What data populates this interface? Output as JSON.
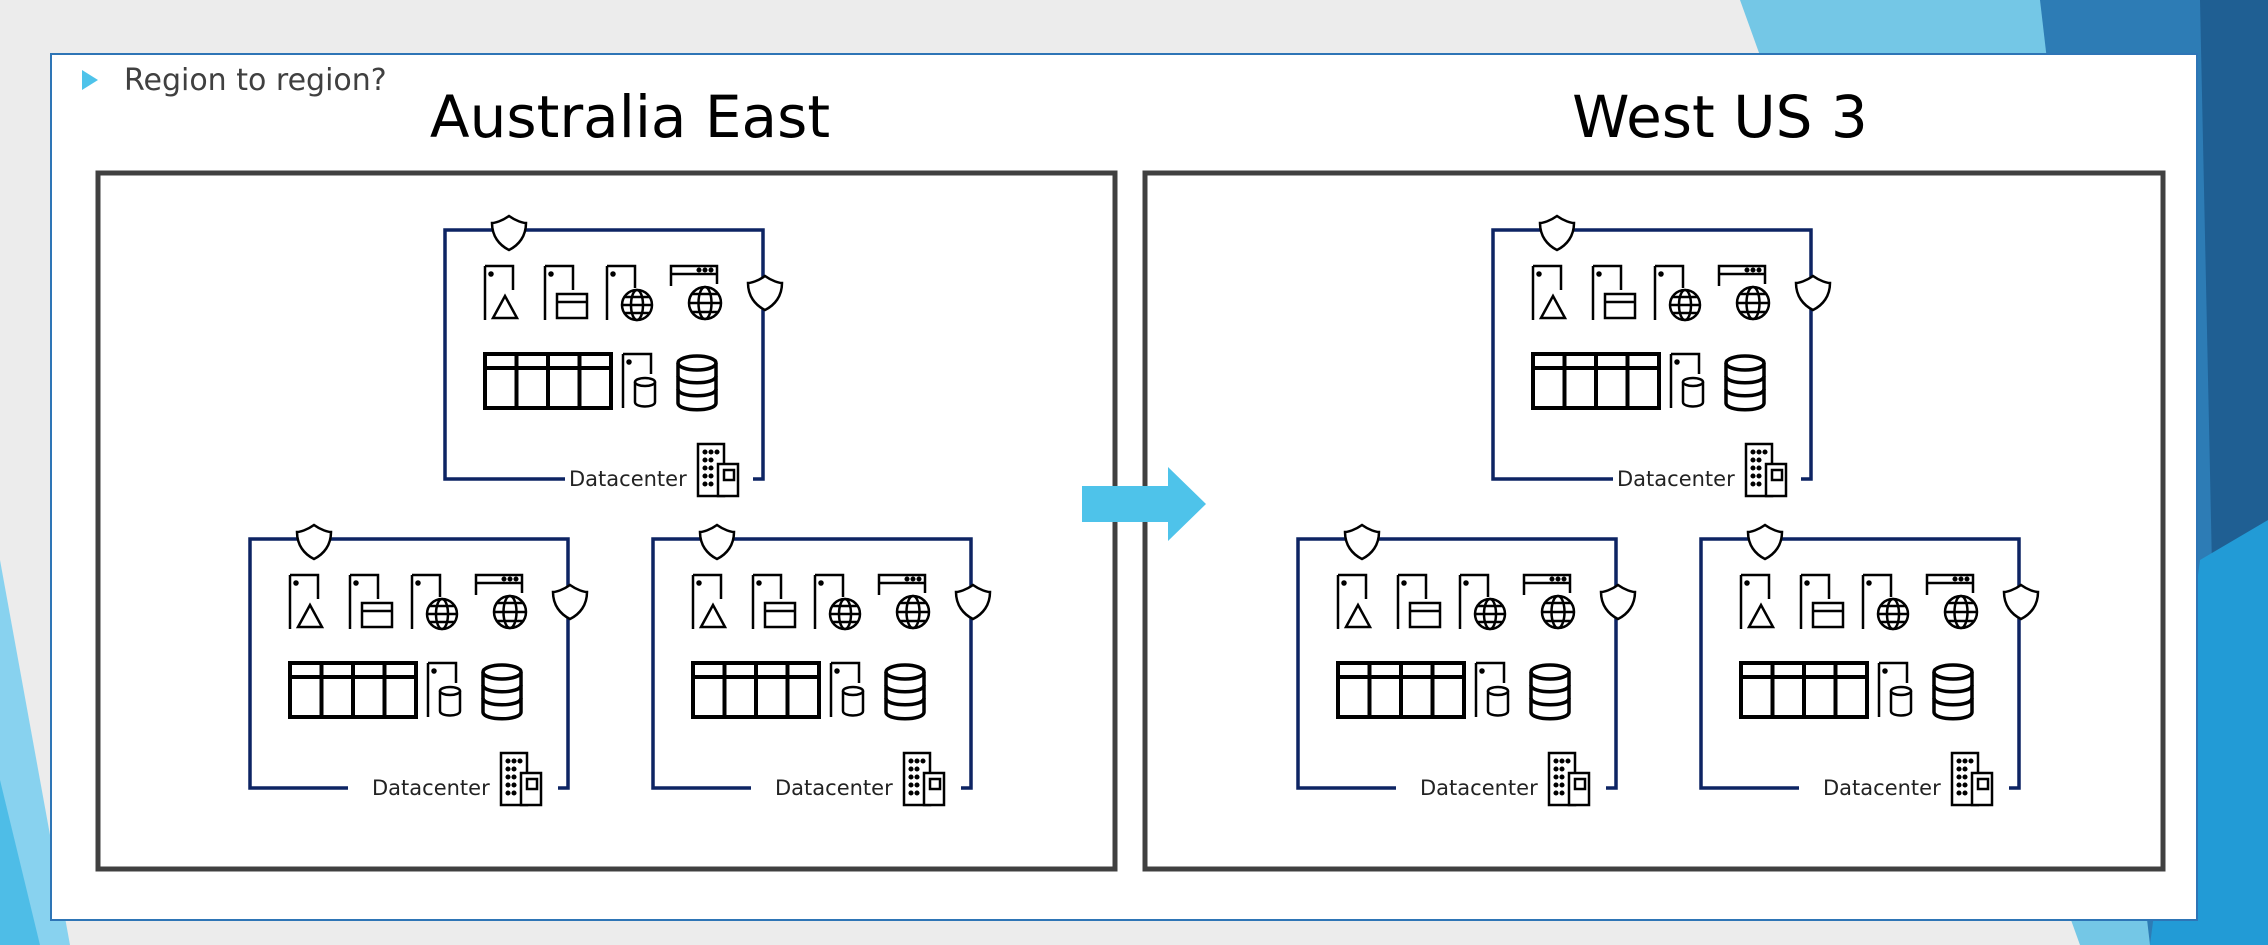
{
  "slide": {
    "bullet": "Region to region?",
    "regions": [
      {
        "title": "Australia East",
        "datacenters": [
          "Datacenter",
          "Datacenter",
          "Datacenter"
        ]
      },
      {
        "title": "West US 3",
        "datacenters": [
          "Datacenter",
          "Datacenter",
          "Datacenter"
        ]
      }
    ]
  },
  "colors": {
    "accent": "#4ec3ea",
    "cluster_border": "#0d2463",
    "region_border": "#404040",
    "slide_border": "#2e75b6"
  },
  "icons": [
    "shield-icon",
    "vm-triangle-icon",
    "vm-window-icon",
    "vm-globe-icon",
    "web-app-globe-icon",
    "storage-table-icon",
    "vm-database-icon",
    "database-icon",
    "building-icon",
    "arrow-right-icon"
  ]
}
